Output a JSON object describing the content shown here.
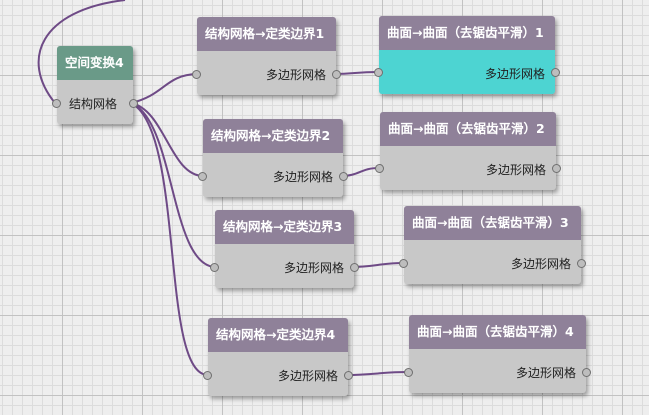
{
  "nodes": {
    "transform": {
      "title": "空间变换4",
      "port": "结构网格"
    },
    "boundary1": {
      "title": "结构网格→定类边界1",
      "port": "多边形网格"
    },
    "boundary2": {
      "title": "结构网格→定类边界2",
      "port": "多边形网格"
    },
    "boundary3": {
      "title": "结构网格→定类边界3",
      "port": "多边形网格"
    },
    "boundary4": {
      "title": "结构网格→定类边界4",
      "port": "多边形网格"
    },
    "smooth1": {
      "title": "曲面→曲面（去锯齿平滑）1",
      "port": "多边形网格"
    },
    "smooth2": {
      "title": "曲面→曲面（去锯齿平滑）2",
      "port": "多边形网格"
    },
    "smooth3": {
      "title": "曲面→曲面（去锯齿平滑）3",
      "port": "多边形网格"
    },
    "smooth4": {
      "title": "曲面→曲面（去锯齿平滑）4",
      "port": "多边形网格"
    }
  },
  "colors": {
    "wire": "#6e4a86",
    "header_default": "#8f8199",
    "header_transform": "#6a9a88",
    "selected_body": "#4dd4d2",
    "node_body": "#c8c8c8"
  }
}
